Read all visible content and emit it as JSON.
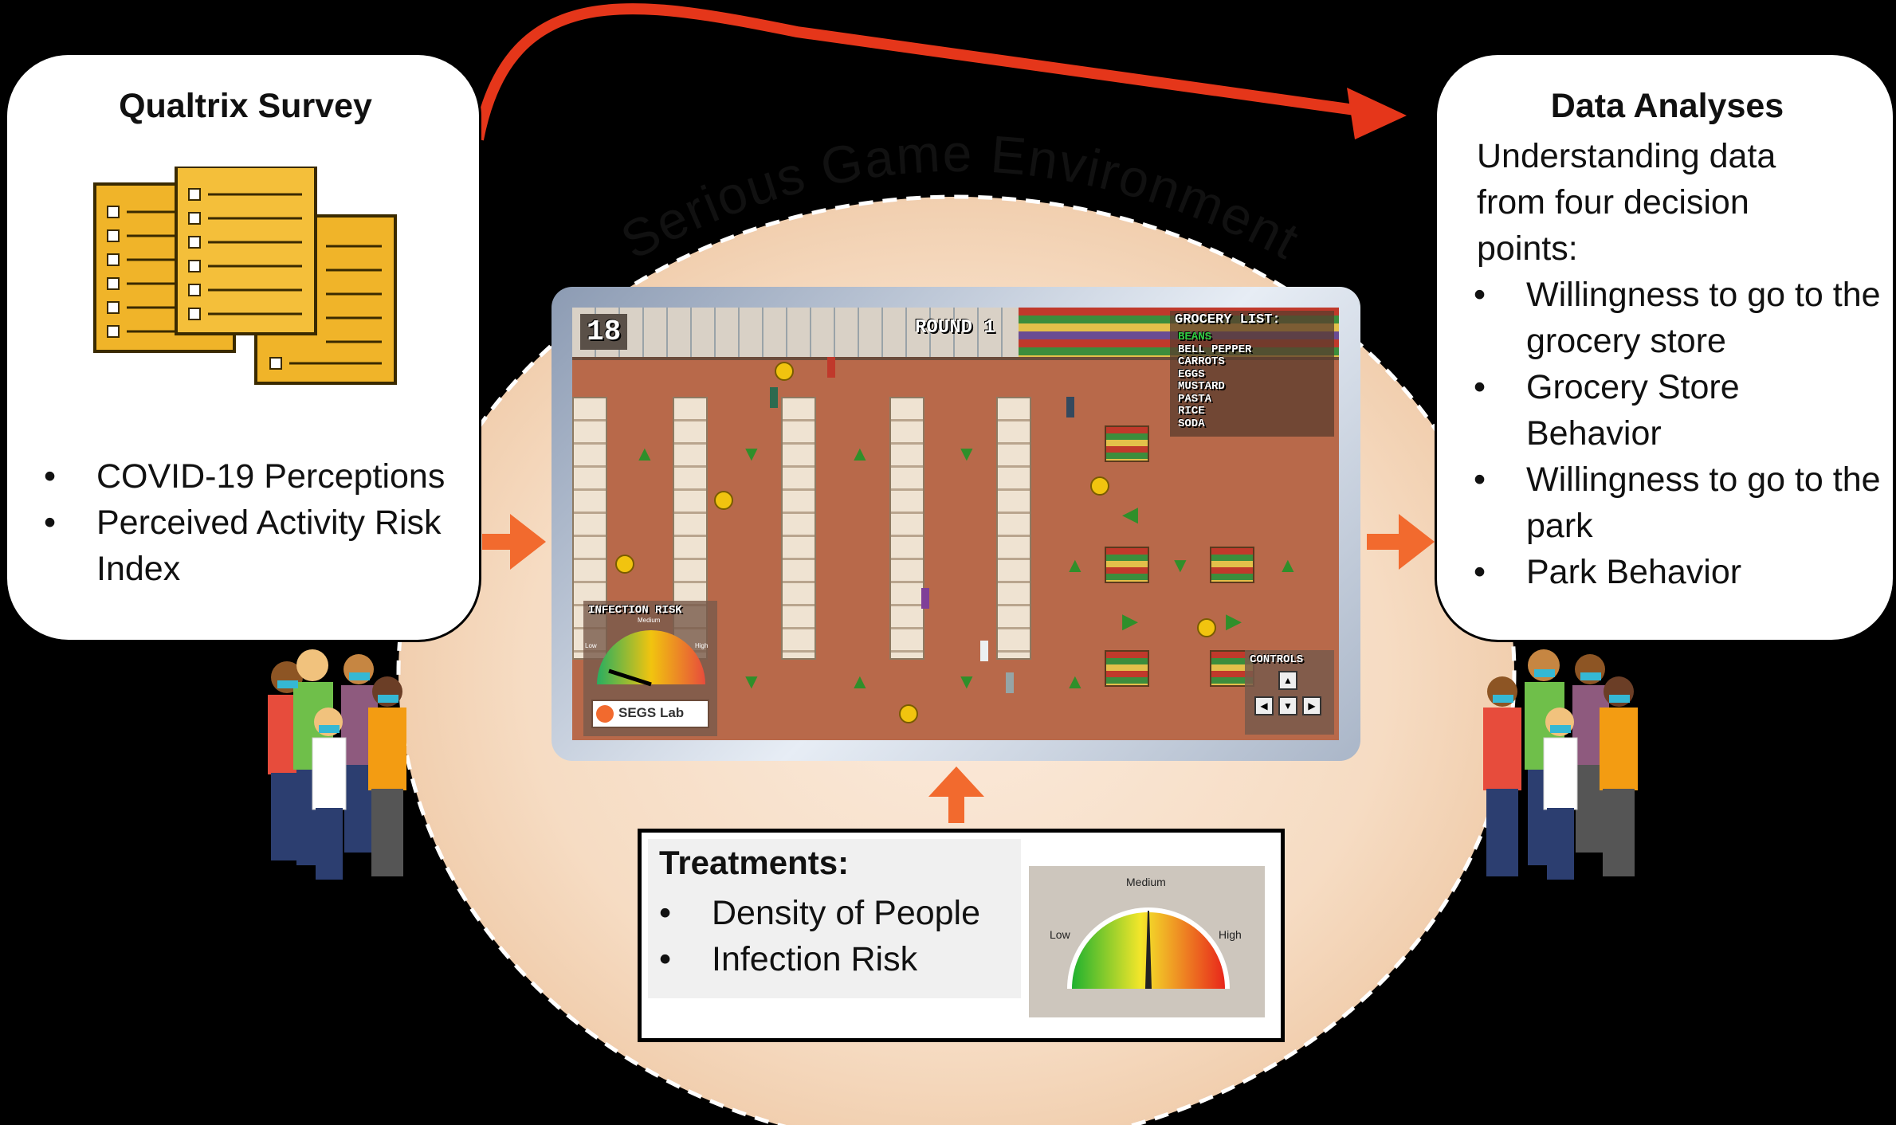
{
  "left_panel": {
    "title": "Qualtrix Survey",
    "bullets": [
      "COVID-19 Perceptions",
      "Perceived Activity Risk Index"
    ]
  },
  "right_panel": {
    "title": "Data Analyses",
    "intro": "Understanding data from four decision points:",
    "bullets": [
      "Willingness to go to the grocery store",
      "Grocery Store Behavior",
      "Willingness to go to the park",
      "Park Behavior"
    ]
  },
  "center": {
    "arc_title": "Serious Game Environment"
  },
  "game": {
    "timer": "18",
    "round": "ROUND 1",
    "grocery_title": "GROCERY LIST:",
    "grocery_items": [
      "BEANS",
      "BELL PEPPER",
      "CARROTS",
      "EGGS",
      "MUSTARD",
      "PASTA",
      "RICE",
      "SODA"
    ],
    "infection_label": "INFECTION RISK",
    "infection_medium": "Medium",
    "infection_low": "Low",
    "infection_high": "High",
    "controls_label": "CONTROLS",
    "brand": "SEGS Lab"
  },
  "treatments": {
    "title": "Treatments:",
    "bullets": [
      "Density of People",
      "Infection Risk"
    ],
    "gauge_low": "Low",
    "gauge_medium": "Medium",
    "gauge_high": "High"
  },
  "colors": {
    "arrow_red": "#e5361a",
    "arrow_orange": "#f26a2e",
    "ellipse_fill": "#f6dcc3",
    "floor": "#b8694a"
  },
  "icons": [
    "survey-forms-icon",
    "people-group-icon",
    "arrow-right-icon",
    "arrow-up-icon"
  ]
}
